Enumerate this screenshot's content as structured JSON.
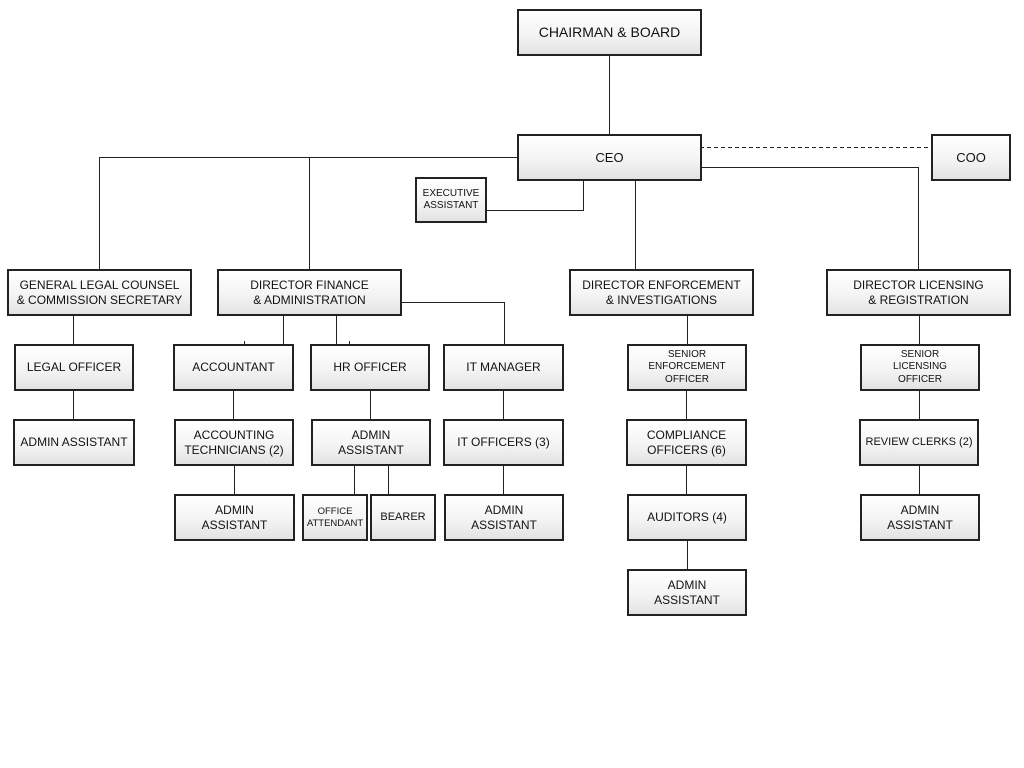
{
  "org_chart": {
    "positions": {
      "chairman": "CHAIRMAN & BOARD",
      "ceo": "CEO",
      "coo": "COO",
      "exec_assistant": "EXECUTIVE\nASSISTANT",
      "legal_counsel": "GENERAL LEGAL COUNSEL\n& COMMISSION SECRETARY",
      "legal_officer": "LEGAL OFFICER",
      "legal_admin": "ADMIN ASSISTANT",
      "dir_finance": "DIRECTOR FINANCE\n& ADMINISTRATION",
      "accountant": "ACCOUNTANT",
      "acct_technicians": "ACCOUNTING\nTECHNICIANS (2)",
      "acct_admin": "ADMIN\nASSISTANT",
      "hr_officer": "HR OFFICER",
      "hr_admin": "ADMIN\nASSISTANT",
      "office_attendant": "OFFICE\nATTENDANT",
      "bearer": "BEARER",
      "it_manager": "IT MANAGER",
      "it_officers": "IT OFFICERS (3)",
      "it_admin": "ADMIN\nASSISTANT",
      "dir_enforcement": "DIRECTOR ENFORCEMENT\n& INVESTIGATIONS",
      "senior_enforcement": "SENIOR\nENFORCEMENT\nOFFICER",
      "compliance_officers": "COMPLIANCE\nOFFICERS (6)",
      "auditors": "AUDITORS (4)",
      "enf_admin": "ADMIN\nASSISTANT",
      "dir_licensing": "DIRECTOR LICENSING\n& REGISTRATION",
      "senior_licensing": "SENIOR\nLICENSING\nOFFICER",
      "review_clerks": "REVIEW CLERKS (2)",
      "lic_admin": "ADMIN\nASSISTANT"
    }
  }
}
